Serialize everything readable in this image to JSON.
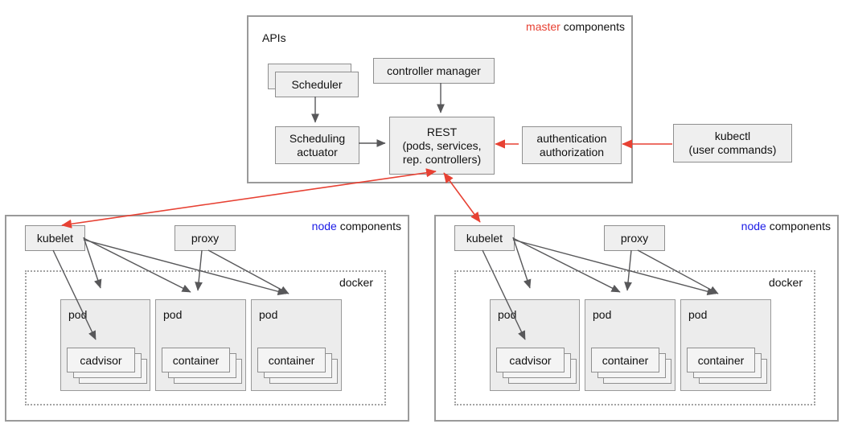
{
  "colors": {
    "accent_red": "#e74133",
    "accent_blue": "#1a1ae6",
    "arrow_gray": "#58585a",
    "box_fill": "#efefef",
    "pod_fill": "#ececec",
    "card_fill": "#f4f4f4",
    "border_gray": "#8f8f8f",
    "outer_border_gray": "#9a9a9a"
  },
  "master": {
    "title_accent": "master",
    "title_rest": " components",
    "apis_label": "APIs",
    "scheduler_label": "Scheduler",
    "controller_manager_label": "controller manager",
    "scheduling_actuator": {
      "line1": "Scheduling",
      "line2": "actuator"
    },
    "rest": {
      "line1": "REST",
      "line2": "(pods, services,",
      "line3": "rep. controllers)"
    },
    "auth": {
      "line1": "authentication",
      "line2": "authorization"
    }
  },
  "kubectl": {
    "line1": "kubectl",
    "line2": "(user commands)"
  },
  "nodes": [
    {
      "title_accent": "node",
      "title_rest": " components",
      "kubelet_label": "kubelet",
      "proxy_label": "proxy",
      "docker_label": "docker",
      "pods": [
        {
          "label": "pod",
          "inner_label": "cadvisor"
        },
        {
          "label": "pod",
          "inner_label": "container"
        },
        {
          "label": "pod",
          "inner_label": "container"
        }
      ]
    },
    {
      "title_accent": "node",
      "title_rest": " components",
      "kubelet_label": "kubelet",
      "proxy_label": "proxy",
      "docker_label": "docker",
      "pods": [
        {
          "label": "pod",
          "inner_label": "cadvisor"
        },
        {
          "label": "pod",
          "inner_label": "container"
        },
        {
          "label": "pod",
          "inner_label": "container"
        }
      ]
    }
  ]
}
